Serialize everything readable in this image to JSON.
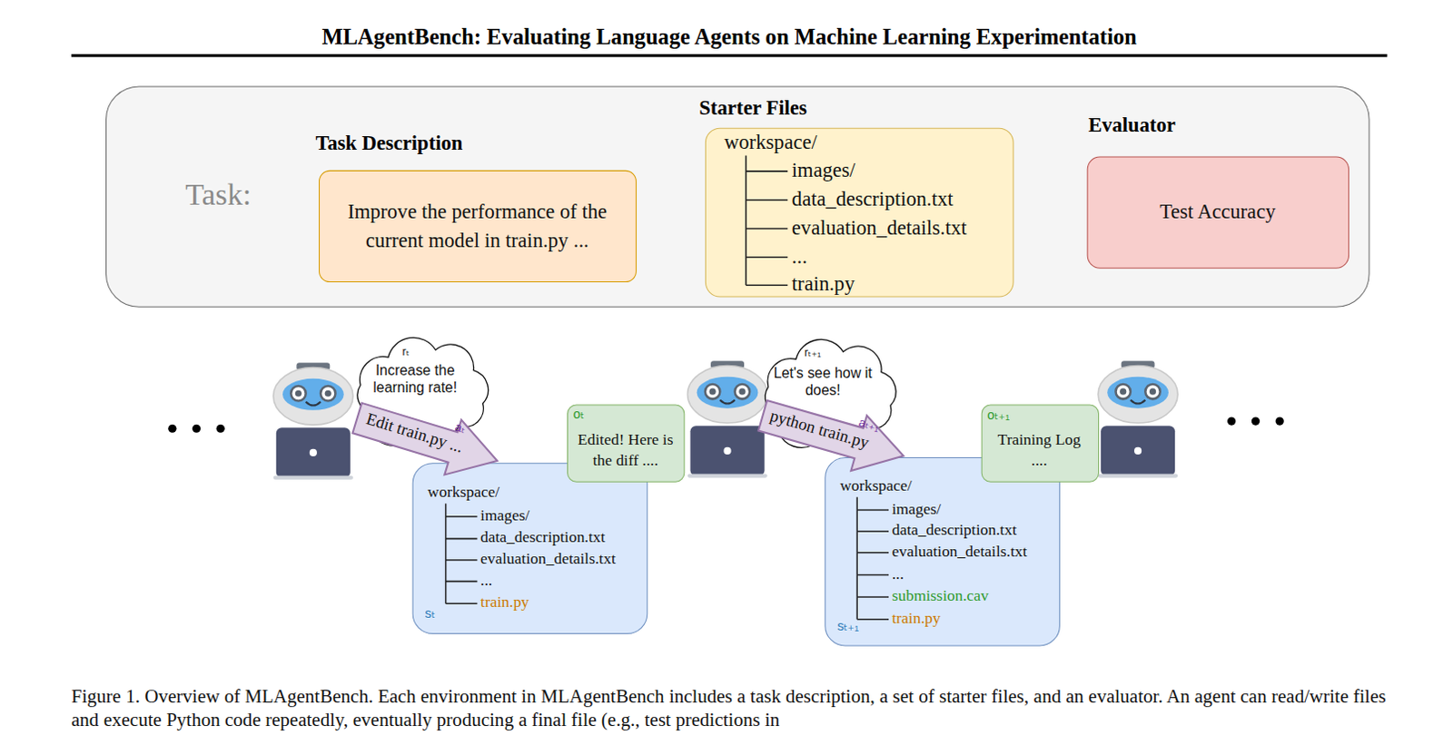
{
  "diagram": {
    "title": "MLAgentBench: Evaluating Language Agents on Machine Learning Experimentation",
    "caption": "Figure 1. Overview of MLAgentBench. Each environment in MLAgentBench includes a task description, a set of starter files, and an evaluator. An agent can read/write files and execute Python code repeatedly, eventually producing a final file (e.g., test predictions in",
    "nodes": [
      {
        "text": [
          "Task:"
        ]
      },
      {
        "text": [
          "Task Description",
          "Improve the performance of the current model in train.py ..."
        ],
        "in": 0
      },
      {
        "text": [
          "Starter Files",
          "workspace/",
          "images/",
          "data_description.txt",
          "evaluation_details.txt",
          "...",
          "train.py"
        ],
        "in": 0
      },
      {
        "text": [
          "Evaluator",
          "Test Accuracy"
        ],
        "in": 0
      },
      {
        "text": [
          "rₜ",
          "Increase the learning rate!"
        ]
      },
      {
        "text": [
          "Edit train.py ...",
          "aₜ"
        ]
      },
      {
        "text": [
          "workspace/",
          "images/",
          "data_description.txt",
          "evaluation_details.txt",
          "...",
          "train.py",
          "sₜ"
        ]
      },
      {
        "text": [
          "oₜ",
          "Edited! Here is the diff ...."
        ]
      },
      {
        "text": [
          "rₜ₊₁",
          "Let's see how it does!"
        ]
      },
      {
        "text": [
          "python train.py",
          "aₜ₊₁"
        ]
      },
      {
        "text": [
          "workspace/",
          "images/",
          "data_description.txt",
          "evaluation_details.txt",
          "...",
          "submission.cav",
          "train.py",
          "sₜ₊₁"
        ]
      },
      {
        "text": [
          "oₜ₊₁",
          "Training Log ...."
        ]
      }
    ]
  }
}
